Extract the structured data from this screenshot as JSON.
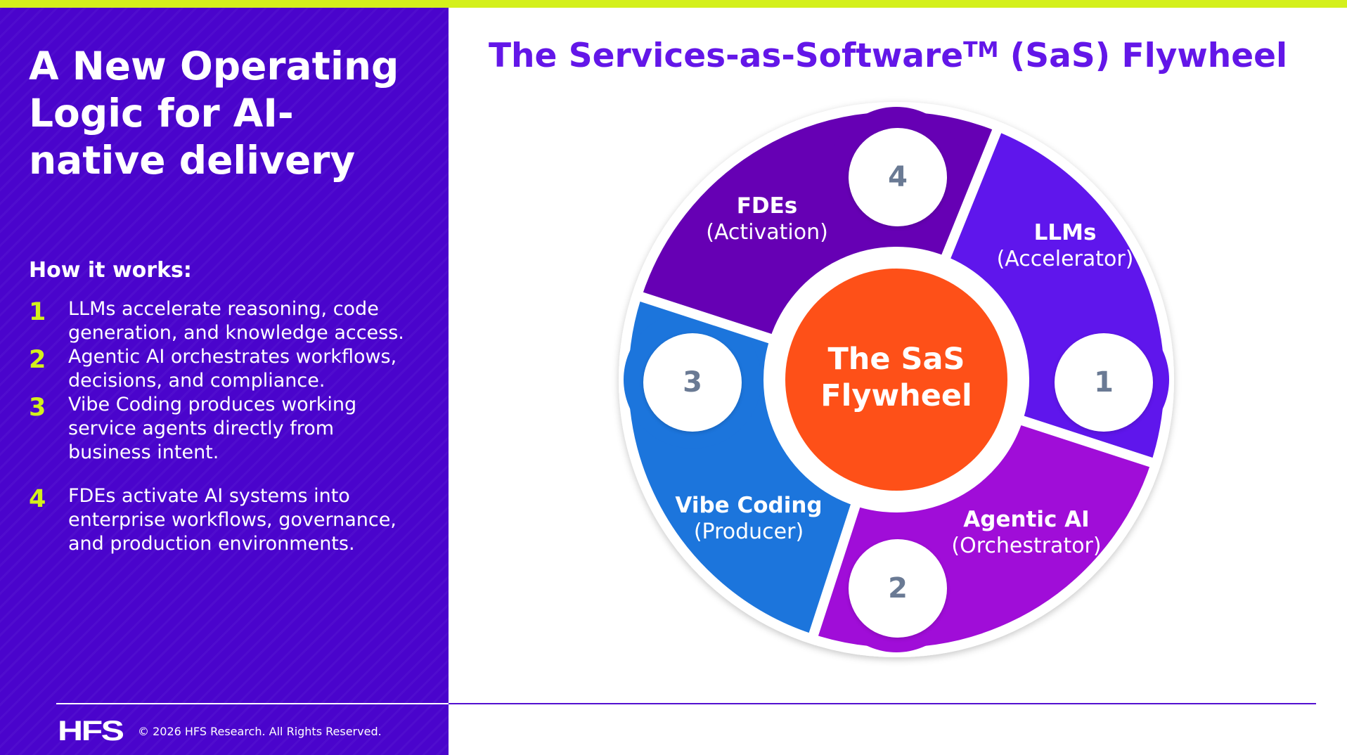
{
  "colors": {
    "accent_bar": "#d4f01c",
    "panel": "#4a04cc",
    "title": "#6316e8",
    "number_accent": "#d4f01c",
    "segment_llms": "#5f14ec",
    "segment_agentic": "#a010d8",
    "segment_vibe": "#1f74dc",
    "segment_fdes": "#6603b4",
    "center": "#fe5018",
    "badge_text": "#6a7a94"
  },
  "left_panel": {
    "title": "A New Operating Logic for AI-native delivery",
    "how_heading": "How it works:",
    "steps": [
      {
        "num": "1",
        "text": "LLMs accelerate reasoning, code generation, and knowledge access."
      },
      {
        "num": "2",
        "text": "Agentic AI orchestrates workflows, decisions, and compliance."
      },
      {
        "num": "3",
        "text": "Vibe Coding produces working service agents directly from business intent."
      },
      {
        "num": "4",
        "text": "FDEs activate AI systems into enterprise workflows, governance, and production environments."
      }
    ],
    "footer": {
      "logo": "HFS",
      "copyright": "© 2026 HFS Research. All Rights Reserved."
    }
  },
  "main": {
    "title_prefix": "The Services-as-Software",
    "title_tm": "TM",
    "title_suffix": " (SaS) Flywheel",
    "center": {
      "line1": "The SaS",
      "line2": "Flywheel"
    },
    "segments": [
      {
        "num": "1",
        "name": "LLMs",
        "role": "(Accelerator)"
      },
      {
        "num": "2",
        "name": "Agentic AI",
        "role": "(Orchestrator)"
      },
      {
        "num": "3",
        "name": "Vibe Coding",
        "role": "(Producer)"
      },
      {
        "num": "4",
        "name": "FDEs",
        "role": "(Activation)"
      }
    ]
  }
}
